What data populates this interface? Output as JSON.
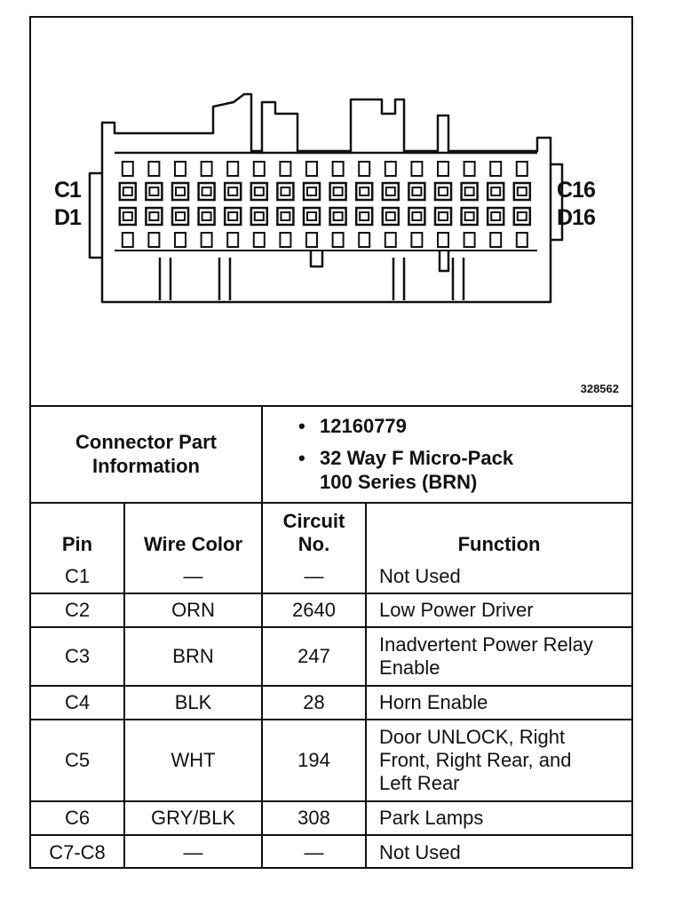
{
  "diagram": {
    "label_top_left": "C1",
    "label_bottom_left": "D1",
    "label_top_right": "C16",
    "label_bottom_right": "D16",
    "figure_number": "328562",
    "pin_columns": 16
  },
  "connector_info": {
    "label_line1": "Connector Part",
    "label_line2": "Information",
    "bullet": "•",
    "part_number": "12160779",
    "description_line1": "32 Way F Micro-Pack",
    "description_line2": "100 Series (BRN)"
  },
  "table": {
    "headers": {
      "pin": "Pin",
      "wire_color": "Wire Color",
      "circuit_line1": "Circuit",
      "circuit_line2": "No.",
      "function": "Function"
    },
    "rows": [
      {
        "pin": "C1",
        "wire": "—",
        "circuit": "—",
        "function": [
          "Not Used"
        ]
      },
      {
        "pin": "C2",
        "wire": "ORN",
        "circuit": "2640",
        "function": [
          "Low Power Driver"
        ]
      },
      {
        "pin": "C3",
        "wire": "BRN",
        "circuit": "247",
        "function": [
          "Inadvertent Power Relay",
          "Enable"
        ]
      },
      {
        "pin": "C4",
        "wire": "BLK",
        "circuit": "28",
        "function": [
          "Horn Enable"
        ]
      },
      {
        "pin": "C5",
        "wire": "WHT",
        "circuit": "194",
        "function": [
          "Door UNLOCK, Right",
          "Front, Right Rear, and",
          "Left Rear"
        ]
      },
      {
        "pin": "C6",
        "wire": "GRY/BLK",
        "circuit": "308",
        "function": [
          "Park Lamps"
        ]
      },
      {
        "pin": "C7-C8",
        "wire": "—",
        "circuit": "—",
        "function": [
          "Not Used"
        ]
      }
    ]
  }
}
